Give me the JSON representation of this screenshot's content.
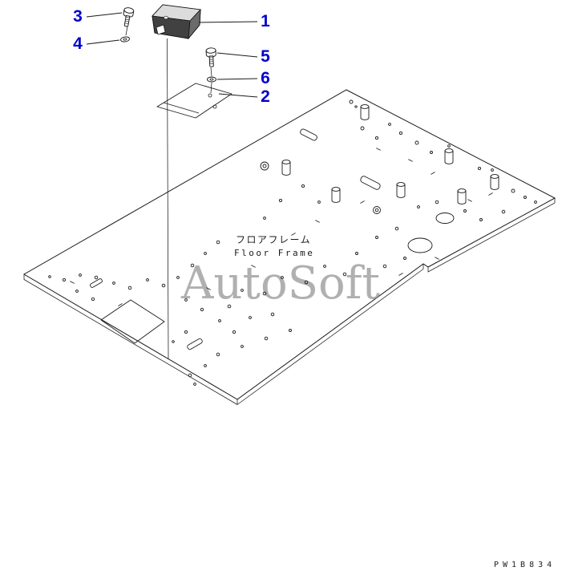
{
  "callouts": [
    "1",
    "2",
    "3",
    "4",
    "5",
    "6"
  ],
  "frame_label": {
    "jp": "フロアフレーム",
    "en": "Floor Frame"
  },
  "watermark": "AutoSoft",
  "part_code": "PW1B834",
  "colors": {
    "callout_blue": "#0000cc",
    "line_black": "#1a1a1a",
    "watermark_gray": "#7d7d7d"
  }
}
